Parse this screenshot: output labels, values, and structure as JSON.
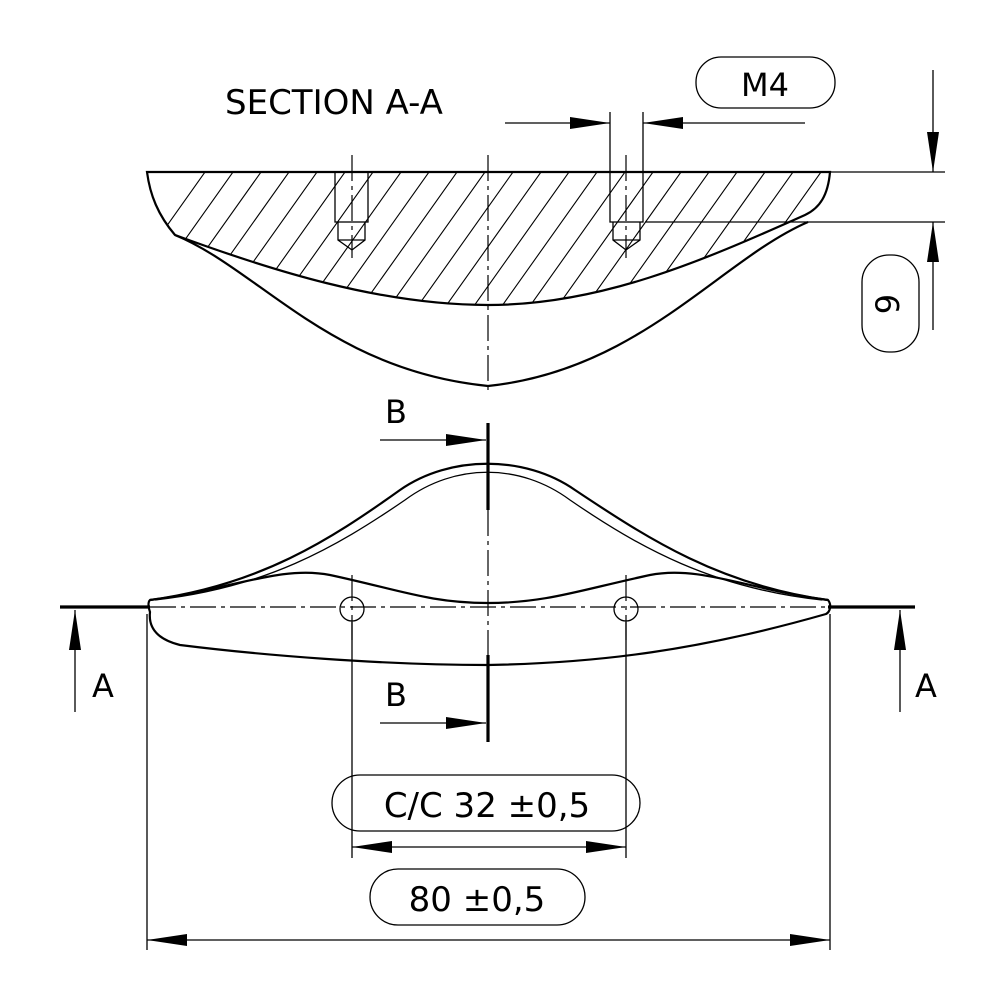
{
  "section_title": "SECTION A-A",
  "thread_label": "M4",
  "depth_label": "9",
  "section_mark_b_top": "B",
  "section_mark_b_bottom": "B",
  "section_mark_a_left": "A",
  "section_mark_a_right": "A",
  "center_distance_label": "C/C 32 ±0,5",
  "overall_length_label": "80 ±0,5"
}
